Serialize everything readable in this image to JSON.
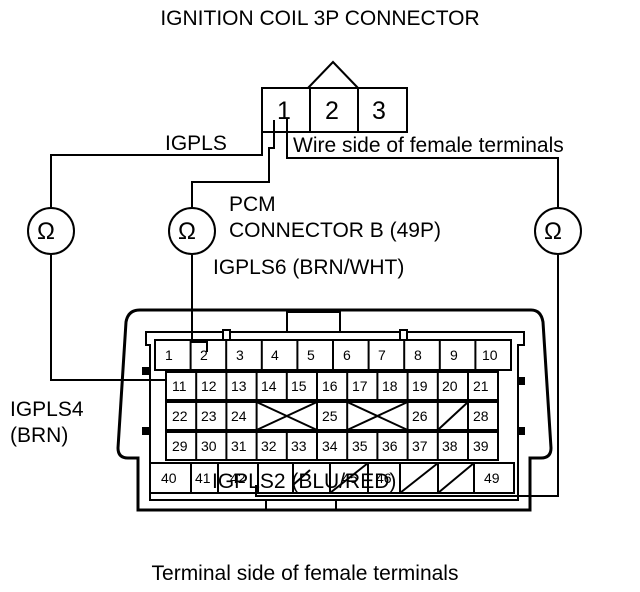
{
  "title": "IGNITION COIL 3P CONNECTOR",
  "coil_connector": {
    "terminals": [
      "1",
      "2",
      "3"
    ],
    "side_label": "Wire side of female terminals"
  },
  "labels": {
    "igpls": "IGPLS",
    "pcm_line1": "PCM",
    "pcm_line2": "CONNECTOR B (49P)",
    "igpls6": "IGPLS6 (BRN/WHT)",
    "igpls4_line1": "IGPLS4",
    "igpls4_line2": "(BRN)",
    "igpls2": "IGPLS2 (BLU/RED)"
  },
  "ohmmeter_symbol": "Ω",
  "pcm_connector": {
    "row1": [
      "1",
      "2",
      "3",
      "4",
      "5",
      "6",
      "7",
      "8",
      "9",
      "10"
    ],
    "row2": [
      "11",
      "12",
      "13",
      "14",
      "15",
      "16",
      "17",
      "18",
      "19",
      "20",
      "21"
    ],
    "row3": [
      "22",
      "23",
      "24",
      "25",
      "26",
      "28"
    ],
    "row4": [
      "29",
      "30",
      "31",
      "32",
      "33",
      "34",
      "35",
      "36",
      "37",
      "38",
      "39"
    ],
    "row5": [
      "40",
      "41",
      "42",
      "45",
      "46",
      "49"
    ]
  },
  "footer": "Terminal side of female terminals"
}
